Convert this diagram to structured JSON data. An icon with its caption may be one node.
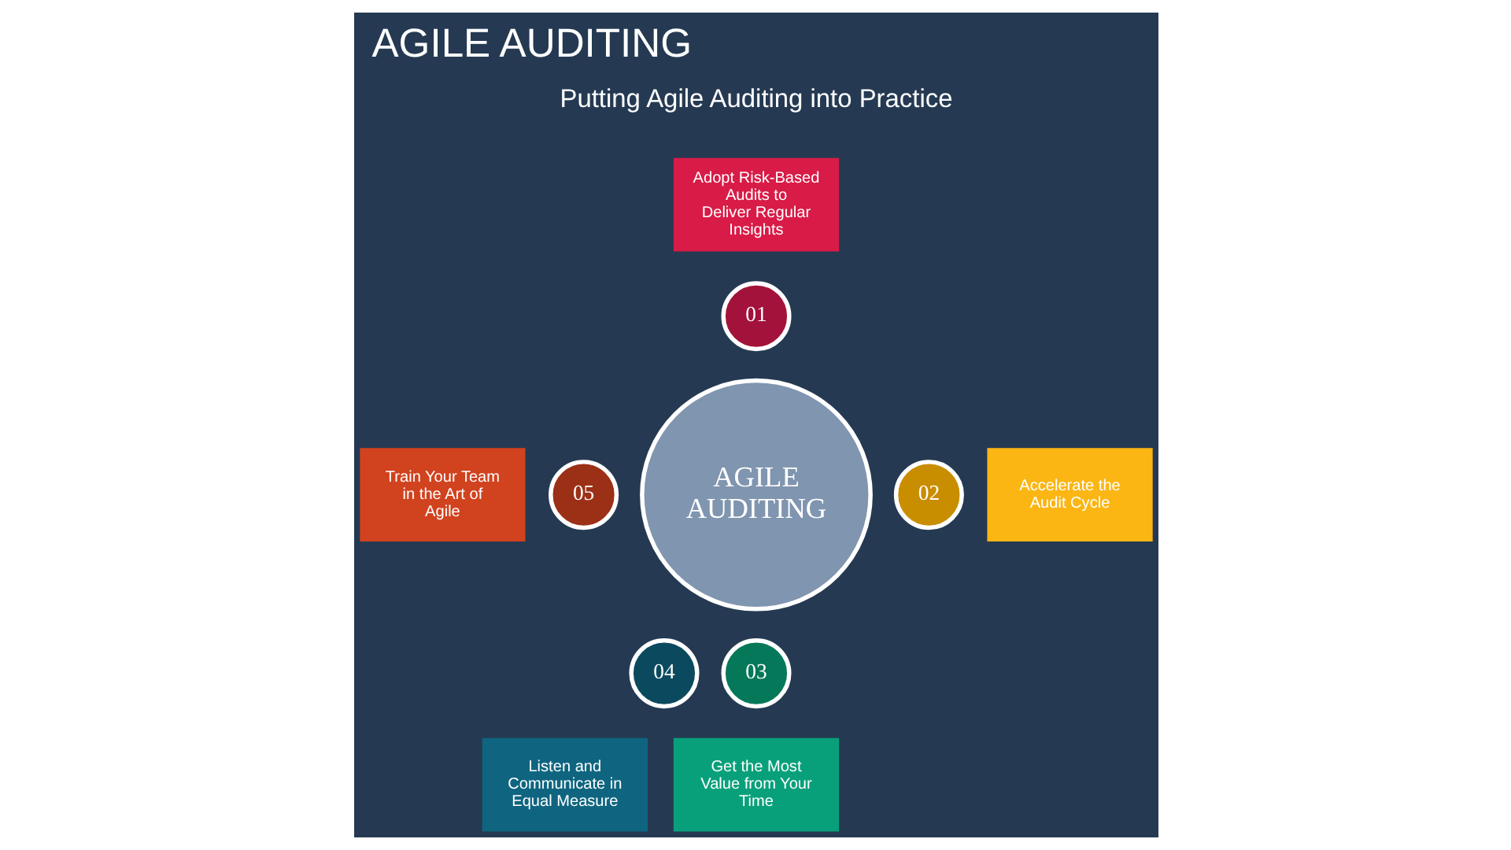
{
  "diagram": {
    "title": "AGILE AUDITING",
    "nodes": [
      {
        "text": [
          "AGILE AUDITING"
        ]
      },
      {
        "text": [
          "Adopt Risk-Based Audits to Deliver Regular Insights"
        ]
      },
      {
        "text": [
          "Accelerate the Audit Cycle"
        ]
      },
      {
        "text": [
          "Get the Most Value from Your Time"
        ]
      },
      {
        "text": [
          "Listen and Communicate in Equal Measure"
        ]
      },
      {
        "text": [
          "Train Your Team in the Art of Agile"
        ]
      },
      {
        "text": [
          "01"
        ]
      },
      {
        "text": [
          "02"
        ]
      },
      {
        "text": [
          "03"
        ]
      },
      {
        "text": [
          "04"
        ]
      },
      {
        "text": [
          "05"
        ]
      }
    ],
    "edges": [],
    "labels": [
      "Putting Agile Auditing into Practice"
    ]
  }
}
